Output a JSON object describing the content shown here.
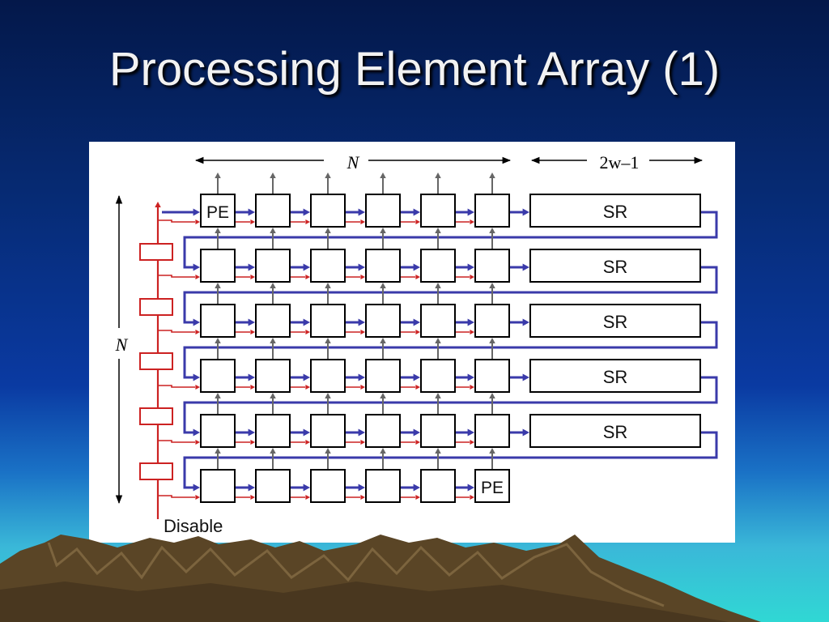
{
  "slide": {
    "title": "Processing Element Array (1)"
  },
  "diagram": {
    "width_label": "N",
    "sr_length_label": "2w–1",
    "height_label": "N",
    "pe_label": "PE",
    "sr_label": "SR",
    "disable_label": "Disable",
    "pe_columns": 6,
    "pe_rows": 6,
    "sr_rows": 5,
    "colors": {
      "data_flow": "#3a3aaa",
      "control_flow": "#cc2222",
      "vertical_flow": "#666666"
    }
  },
  "background": {
    "gradient_top": "#04184a",
    "gradient_bottom": "#30d8d4",
    "mountain_color": "#5a4526"
  }
}
